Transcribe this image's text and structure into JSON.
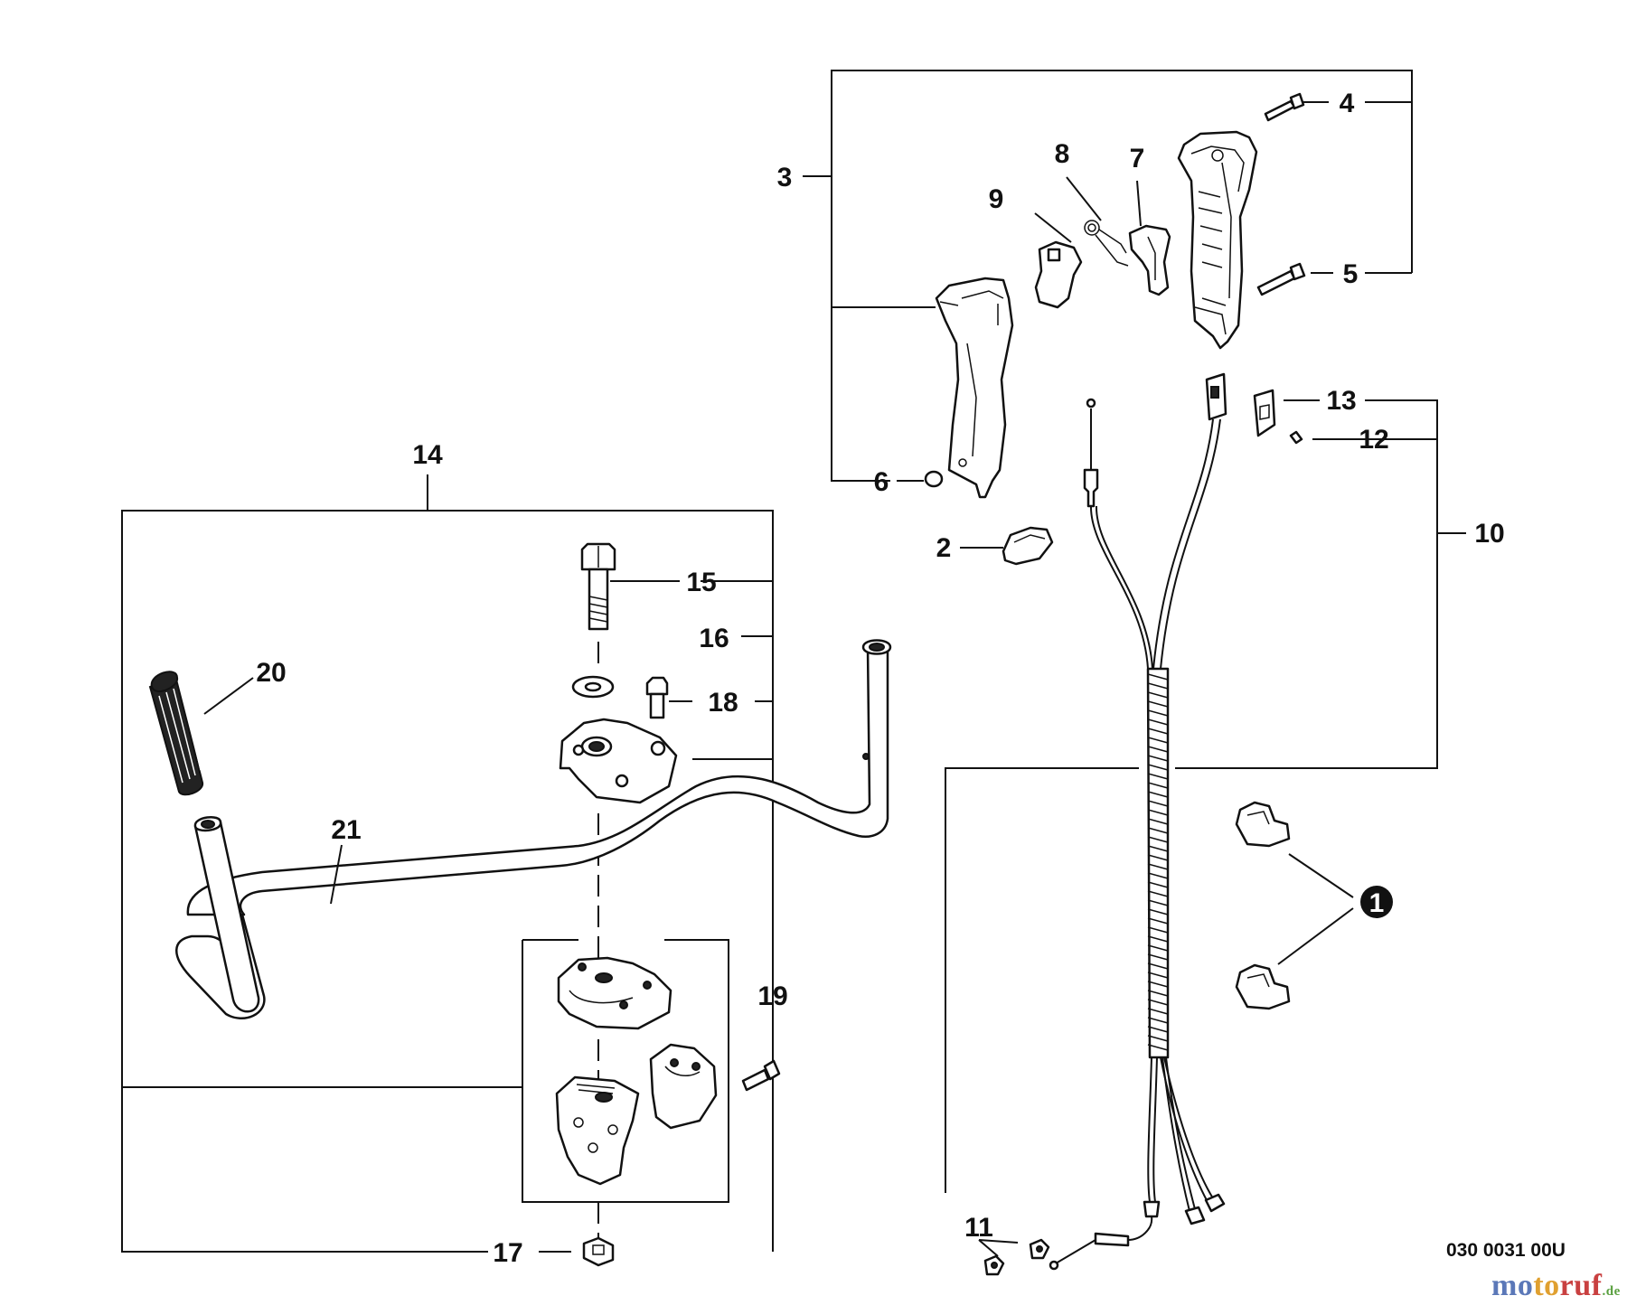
{
  "diagram": {
    "callouts": {
      "c1": "1",
      "c2": "2",
      "c3": "3",
      "c4": "4",
      "c5": "5",
      "c6": "6",
      "c7": "7",
      "c8": "8",
      "c9": "9",
      "c10": "10",
      "c11": "11",
      "c12": "12",
      "c13": "13",
      "c14": "14",
      "c15": "15",
      "c16": "16",
      "c17": "17",
      "c18": "18",
      "c19": "19",
      "c20": "20",
      "c21": "21"
    },
    "reference_code": "030 0031 00U"
  },
  "watermark": {
    "part1": "mo",
    "part2": "to",
    "part3": "ruf",
    "part4": ".de"
  },
  "colors": {
    "line": "#111111",
    "background": "#ffffff",
    "watermark_blue": "#5b78b8",
    "watermark_orange": "#e0a030",
    "watermark_red": "#c94040",
    "watermark_green": "#5aa040"
  }
}
